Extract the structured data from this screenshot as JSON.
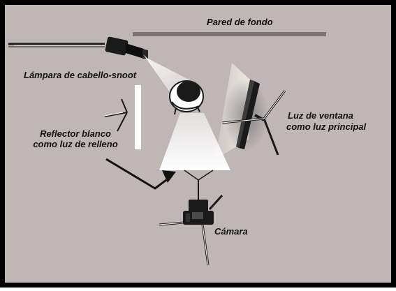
{
  "labels": {
    "wall": "Pared de fondo",
    "hair_light": "Lámpara de cabello-snoot",
    "reflector_line1": "Reflector blanco",
    "reflector_line2": "como luz de relleno",
    "window_line1": "Luz de ventana",
    "window_line2": "como luz principal",
    "camera": "Cámara"
  },
  "colors": {
    "frame": "#000000",
    "floor": "#bfb6b6",
    "wall_bar": "#7a7474",
    "reflector": "#ffffff",
    "light_beam": "#ffffff",
    "stand": "#1a1a1a"
  }
}
